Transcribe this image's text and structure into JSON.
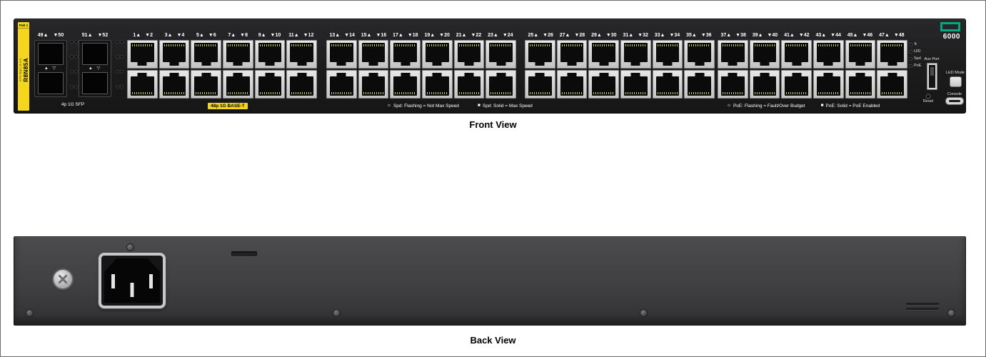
{
  "page": {
    "front_caption": "Front View",
    "back_caption": "Back View"
  },
  "front": {
    "poe_badge": "PoE 1",
    "model_vertical": "R8N85A",
    "rating_vertical": "57V max | 0.3 A",
    "logo_model": "6000",
    "brand_green": "#01a982",
    "sfp_section": {
      "pair_labels": [
        [
          "49▲",
          "▼50"
        ],
        [
          "51▲",
          "▼52"
        ]
      ],
      "caption": "4p 1G SFP"
    },
    "copper_badge": "48p 1G BASE-T",
    "port_groups": [
      {
        "pairs": [
          [
            "1▲",
            "▼2"
          ],
          [
            "3▲",
            "▼4"
          ],
          [
            "5▲",
            "▼6"
          ],
          [
            "7▲",
            "▼8"
          ],
          [
            "9▲",
            "▼10"
          ],
          [
            "11▲",
            "▼12"
          ]
        ]
      },
      {
        "pairs": [
          [
            "13▲",
            "▼14"
          ],
          [
            "15▲",
            "▼16"
          ],
          [
            "17▲",
            "▼18"
          ],
          [
            "19▲",
            "▼20"
          ],
          [
            "21▲",
            "▼22"
          ],
          [
            "23▲",
            "▼24"
          ]
        ]
      },
      {
        "pairs": [
          [
            "25▲",
            "▼26"
          ],
          [
            "27▲",
            "▼28"
          ],
          [
            "29▲",
            "▼30"
          ],
          [
            "31▲",
            "▼32"
          ],
          [
            "33▲",
            "▼34"
          ],
          [
            "35▲",
            "▼36"
          ]
        ]
      },
      {
        "pairs": [
          [
            "37▲",
            "▼38"
          ],
          [
            "39▲",
            "▼40"
          ],
          [
            "41▲",
            "▼42"
          ],
          [
            "43▲",
            "▼44"
          ],
          [
            "45▲",
            "▼46"
          ],
          [
            "47▲",
            "▼48"
          ]
        ]
      }
    ],
    "legend_left": [
      {
        "icon": "☼",
        "text": "Spd: Flashing = Not Max Speed"
      },
      {
        "icon": "■",
        "text": "Spd: Solid = Max Speed"
      }
    ],
    "legend_right": [
      {
        "icon": "☼",
        "text": "PoE: Flashing = Fault/Over Budget"
      },
      {
        "icon": "■",
        "text": "PoE: Solid = PoE Enabled"
      }
    ],
    "status_leds": [
      {
        "label": "↯"
      },
      {
        "label": "UID"
      },
      {
        "label": "Spd"
      },
      {
        "label": "PoE"
      }
    ],
    "aux_port_label": "Aux Port",
    "led_mode_label": "LED Mode",
    "console_label": "Console",
    "reset_label": "Reset"
  }
}
